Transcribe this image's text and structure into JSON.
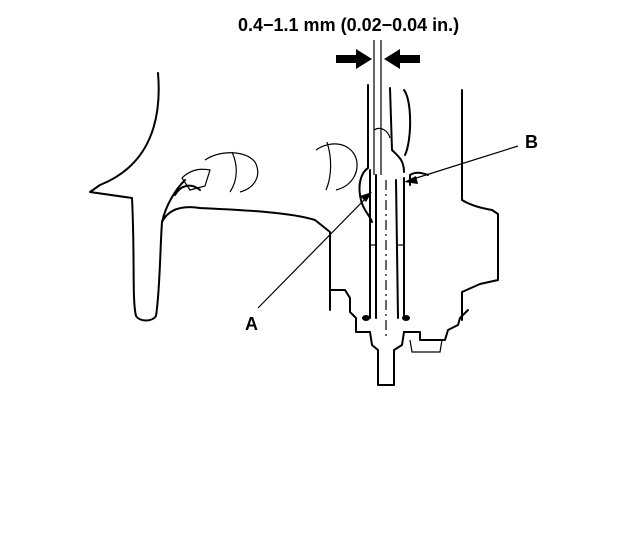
{
  "measurement": {
    "text": "0.4−1.1 mm (0.02−0.04 in.)"
  },
  "callouts": {
    "a": "A",
    "b": "B"
  },
  "colors": {
    "ink": "#000000",
    "background": "#ffffff"
  }
}
